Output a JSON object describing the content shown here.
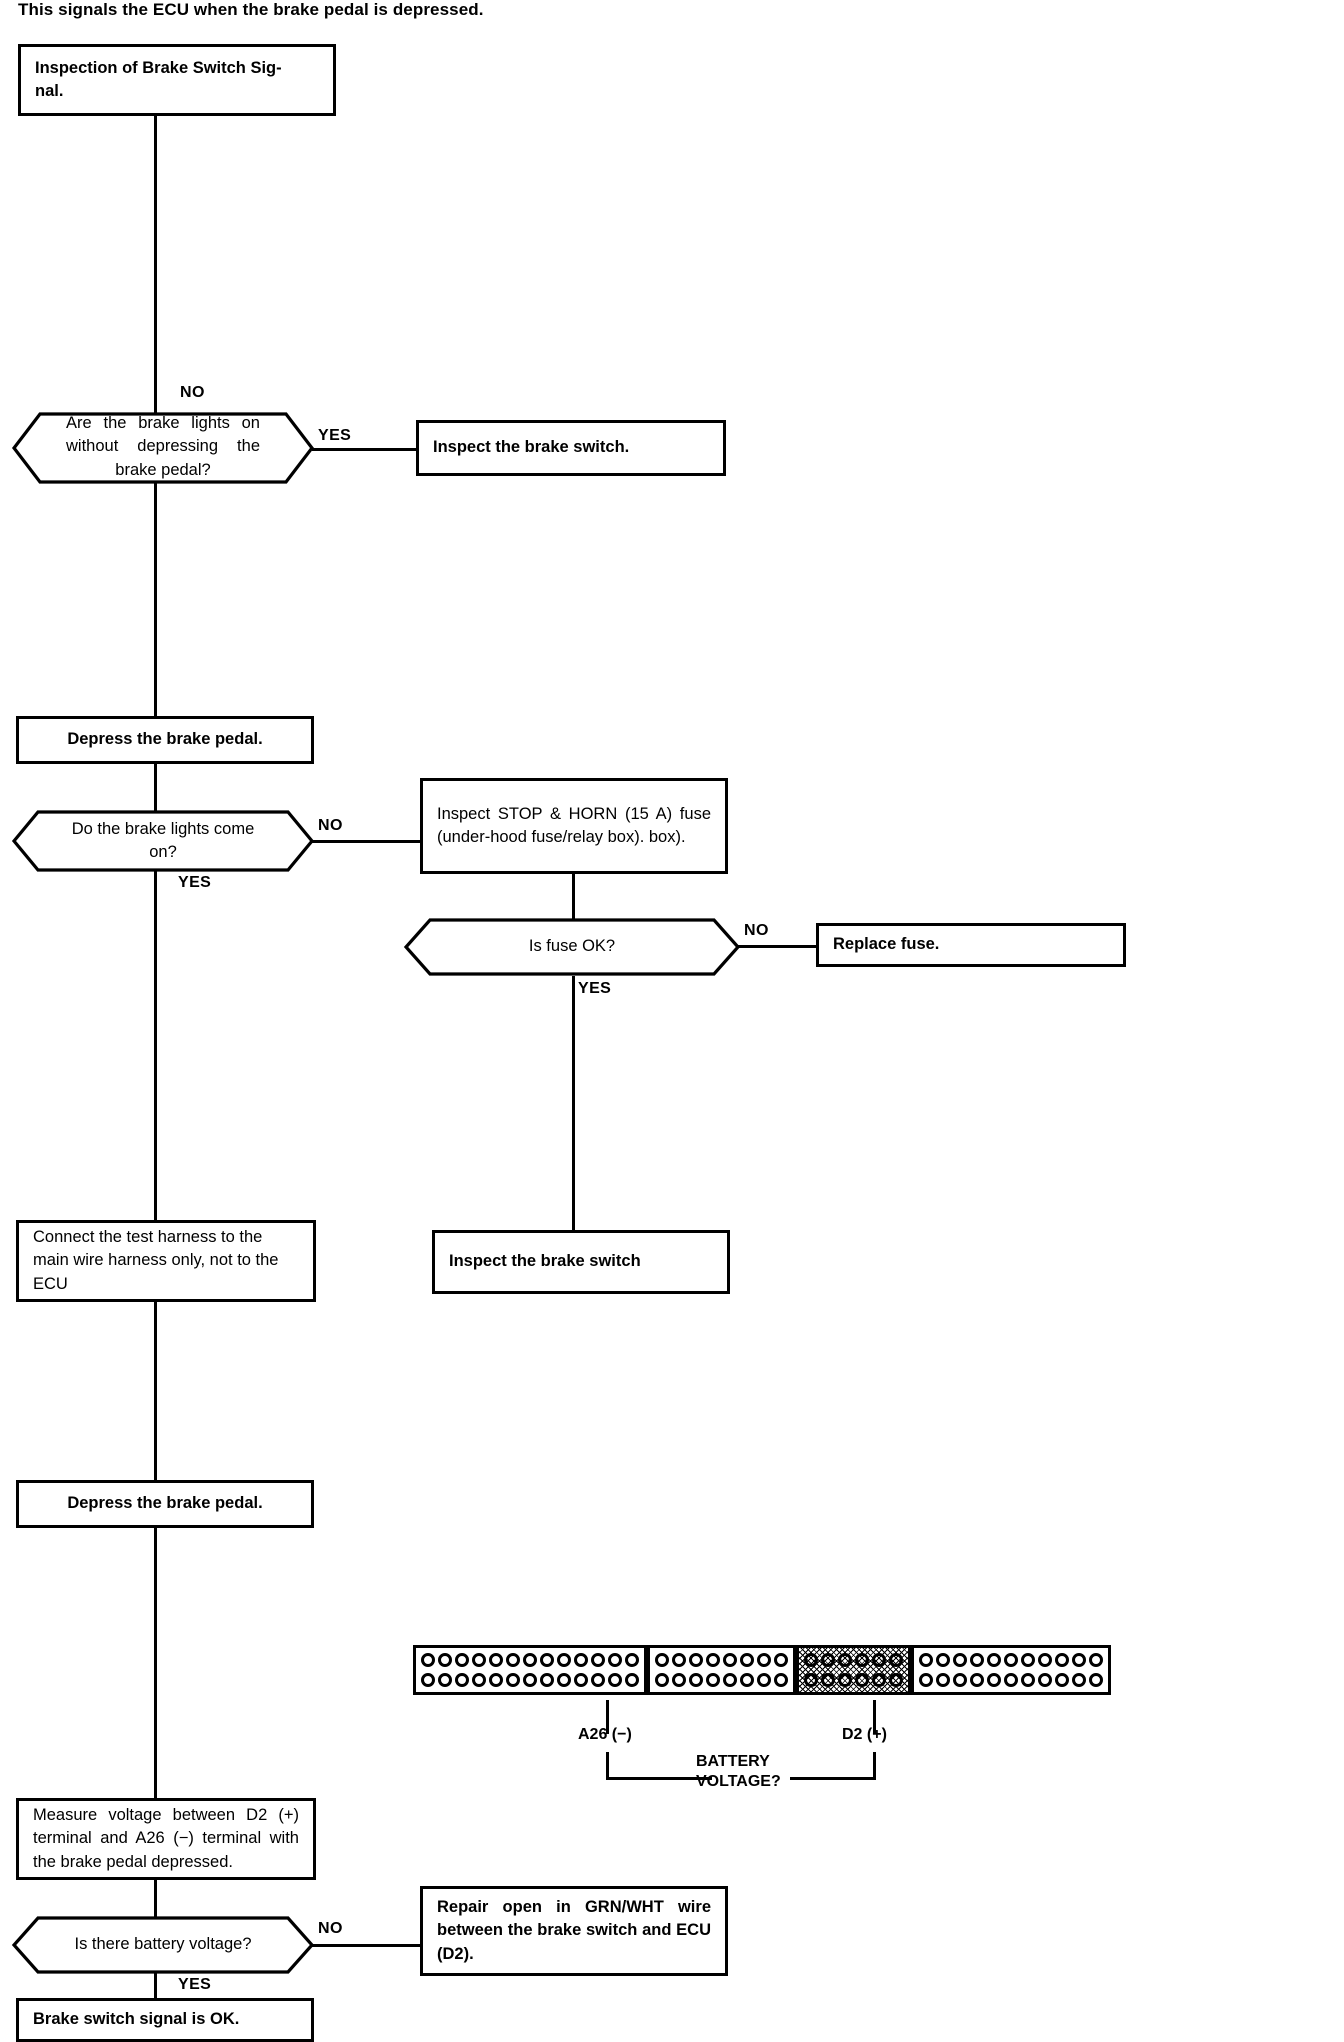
{
  "document": {
    "intro_text": "This signals the ECU when the brake pedal is depressed.",
    "title": "Inspection of Brake Switch Signal"
  },
  "flow": {
    "start_box": "Inspection of Brake Switch Sig-\nnal.",
    "decision_1": {
      "question": "Are  the  brake  lights  on  without depressing the brake pedal?",
      "yes_label": "YES",
      "no_label": "NO",
      "yes_target": "Inspect the brake switch."
    },
    "process_1": "Depress the brake pedal.",
    "decision_2": {
      "question": "Do the brake lights come on?",
      "no_label": "NO",
      "yes_label": "YES",
      "no_target": "Inspect  STOP  &  HORN  (15  A) fuse (under-hood fuse/relay box). box)."
    },
    "decision_3": {
      "question": "Is fuse OK?",
      "no_label": "NO",
      "yes_label": "YES",
      "no_target": "Replace fuse.",
      "yes_target": "Inspect the brake switch"
    },
    "process_2": "Connect the test harness to the main wire harness only, not to the ECU",
    "process_3": "Depress the brake pedal.",
    "process_4": "Measure voltage between D2 (+) terminal  and  A26  (−)  terminal with the brake pedal depressed.",
    "decision_4": {
      "question": "Is there battery voltage?",
      "no_label": "NO",
      "yes_label": "YES",
      "no_target": "Repair  open  in  GRN/WHT  wire between  the  brake  switch  and ECU (D2).",
      "yes_target": "Brake switch signal is OK."
    }
  },
  "connector": {
    "terminal_negative_label": "A26 (−)",
    "terminal_positive_label": "D2 (+)",
    "measurement_label_line1": "BATTERY",
    "measurement_label_line2": "VOLTAGE?",
    "segments": [
      {
        "name": "segment-a",
        "pins_per_row": 13,
        "rows": 2,
        "shaded": false
      },
      {
        "name": "segment-b",
        "pins_per_row": 8,
        "rows": 2,
        "shaded": false
      },
      {
        "name": "segment-c",
        "pins_per_row": 6,
        "rows": 2,
        "shaded": true
      },
      {
        "name": "segment-d",
        "pins_per_row": 11,
        "rows": 2,
        "shaded": false
      }
    ]
  },
  "colors": {
    "ink": "#000000",
    "paper": "#ffffff"
  }
}
